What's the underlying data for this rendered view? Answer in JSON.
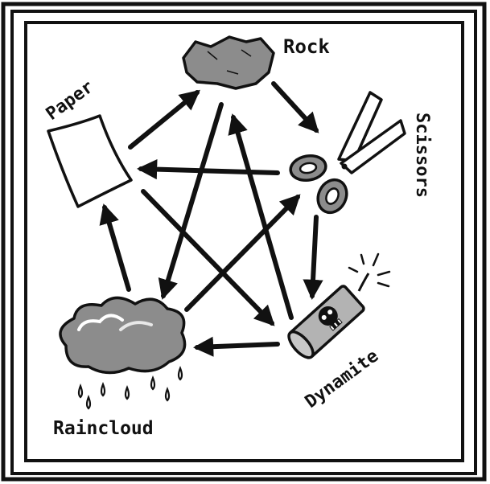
{
  "labels": {
    "rock": "Rock",
    "paper": "Paper",
    "scissors": "Scissors",
    "dynamite": "Dynamite",
    "raincloud": "Raincloud"
  },
  "colors": {
    "ink": "#111111",
    "gray": "#8c8c8c",
    "light_gray": "#b3b3b3",
    "paper": "#ffffff"
  },
  "diagram": {
    "nodes": [
      "Rock",
      "Scissors",
      "Dynamite",
      "Raincloud",
      "Paper"
    ],
    "edges": [
      {
        "from": "Rock",
        "to": "Scissors"
      },
      {
        "from": "Scissors",
        "to": "Dynamite"
      },
      {
        "from": "Dynamite",
        "to": "Raincloud"
      },
      {
        "from": "Raincloud",
        "to": "Paper"
      },
      {
        "from": "Paper",
        "to": "Rock"
      },
      {
        "from": "Rock",
        "to": "Raincloud"
      },
      {
        "from": "Dynamite",
        "to": "Rock"
      },
      {
        "from": "Scissors",
        "to": "Paper"
      },
      {
        "from": "Paper",
        "to": "Dynamite"
      },
      {
        "from": "Raincloud",
        "to": "Scissors"
      }
    ]
  }
}
